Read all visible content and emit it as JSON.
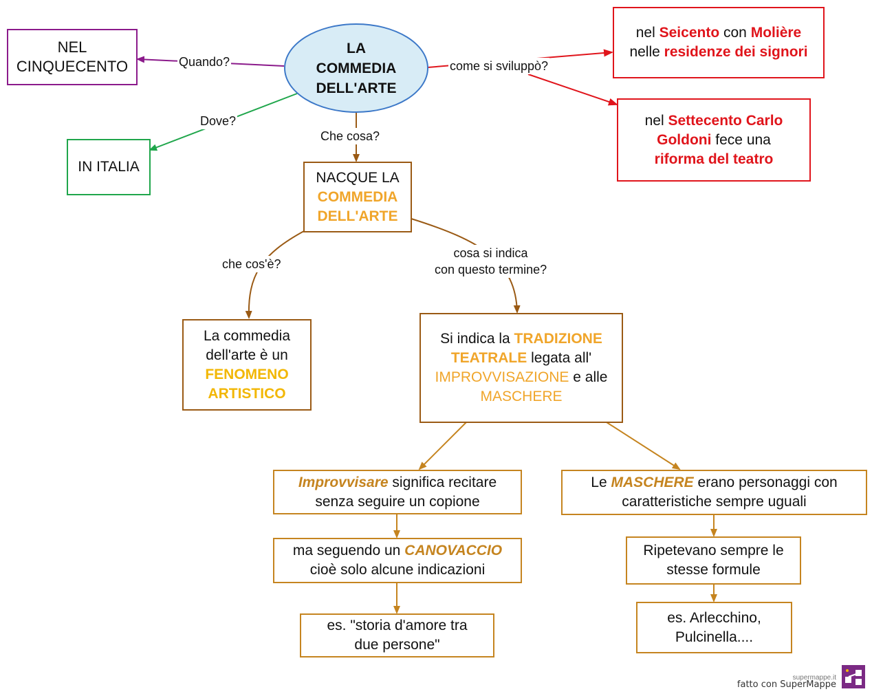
{
  "colors": {
    "purple": "#8b1a8b",
    "green": "#1fa64b",
    "red": "#e0141b",
    "brown": "#9a5a14",
    "orange": "#c5841f",
    "ellipse_fill": "#d8ecf6",
    "ellipse_border": "#3c78c8"
  },
  "center": {
    "line1": "LA",
    "line2": "COMMEDIA",
    "line3": "DELL'ARTE"
  },
  "when": {
    "label": "Quando?",
    "answer_line1": "NEL",
    "answer_line2": "CINQUECENTO"
  },
  "where": {
    "label": "Dove?",
    "answer": "IN ITALIA"
  },
  "how": {
    "label": "come si sviluppò?",
    "box1": {
      "t1": "nel",
      "t2": "Seicento",
      "t3": "con",
      "t4": "Molière",
      "t5": "nelle",
      "t6": "residenze dei signori"
    },
    "box2": {
      "t1": "nel",
      "t2": "Settecento Carlo Goldoni",
      "t3": "fece una",
      "t4": "riforma del teatro"
    }
  },
  "what": {
    "label": "Che cosa?",
    "box": {
      "t1": "NACQUE LA",
      "t2": "COMMEDIA",
      "t3": "DELL'ARTE"
    }
  },
  "whatis": {
    "label": "che cos'è?",
    "box": {
      "t1": "La commedia dell'arte è un",
      "t2": "FENOMENO ARTISTICO"
    }
  },
  "meaning": {
    "label_line1": "cosa si indica",
    "label_line2": "con questo termine?",
    "box": {
      "t1": "Si indica la",
      "t2": "TRADIZIONE TEATRALE",
      "t3": "legata all'",
      "t4": "IMPROVVISAZIONE",
      "t5": "e alle",
      "t6": "MASCHERE"
    }
  },
  "improv": {
    "box1": {
      "t1": "Improvvisare",
      "t2": "significa recitare senza seguire un copione"
    },
    "box2": {
      "t1": "ma seguendo un",
      "t2": "CANOVACCIO",
      "t3": "cioè solo alcune indicazioni"
    },
    "box3": {
      "t1": "es. \"storia d'amore tra due persone\""
    }
  },
  "masks": {
    "box1": {
      "t1": "Le",
      "t2": "MASCHERE",
      "t3": "erano personaggi con caratteristiche sempre uguali"
    },
    "box2": {
      "t1": "Ripetevano sempre le stesse formule"
    },
    "box3": {
      "t1": "es. Arlecchino, Pulcinella...."
    }
  },
  "footer": {
    "small": "supermappe.it",
    "main": "fatto con SuperMappe"
  }
}
